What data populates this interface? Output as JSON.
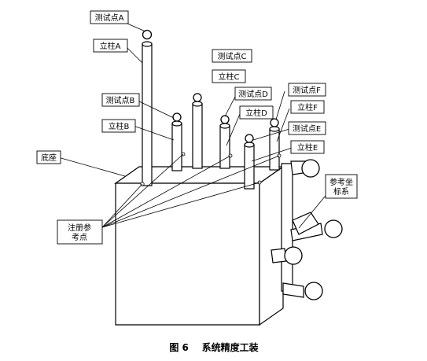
{
  "labels": {
    "test_point_a": "测试点A",
    "column_a": "立柱A",
    "test_point_b": "测试点B",
    "column_b": "立柱B",
    "test_point_c": "测试点C",
    "column_c": "立柱C",
    "test_point_d": "测试点D",
    "column_d": "立柱D",
    "test_point_f": "测试点F",
    "column_f": "立柱F",
    "test_point_e": "测试点E",
    "column_e": "立柱E",
    "base": "底座",
    "registration_line1": "注册参",
    "registration_line2": "考点",
    "reference_line1": "参考坐",
    "reference_line2": "标系"
  },
  "caption": "图 6    系统精度工装"
}
